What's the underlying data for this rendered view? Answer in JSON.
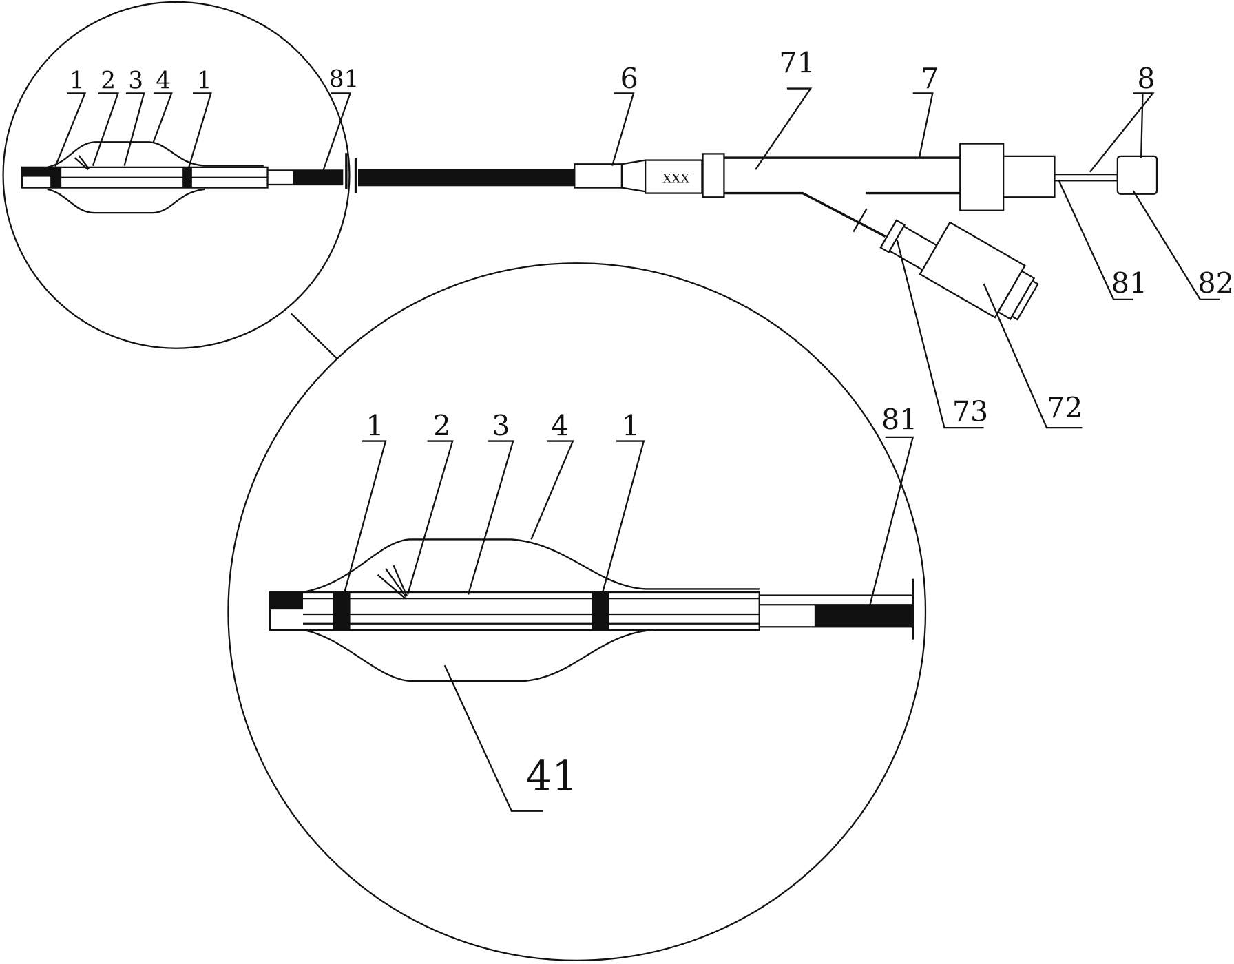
{
  "labels": {
    "small_circle": {
      "l1a": "1",
      "l2": "2",
      "l3": "3",
      "l4": "4",
      "l1b": "1",
      "l81": "81"
    },
    "device": {
      "l6": "6",
      "l71": "71",
      "l7": "7",
      "l8": "8",
      "l81": "81",
      "l82": "82",
      "l73": "73",
      "l72": "72"
    },
    "large_circle": {
      "l1a": "1",
      "l2": "2",
      "l3": "3",
      "l4": "4",
      "l1b": "1",
      "l81": "81",
      "l41": "41"
    }
  },
  "colors": {
    "line": "#111111",
    "background": "#ffffff",
    "label_41": "#222222"
  }
}
